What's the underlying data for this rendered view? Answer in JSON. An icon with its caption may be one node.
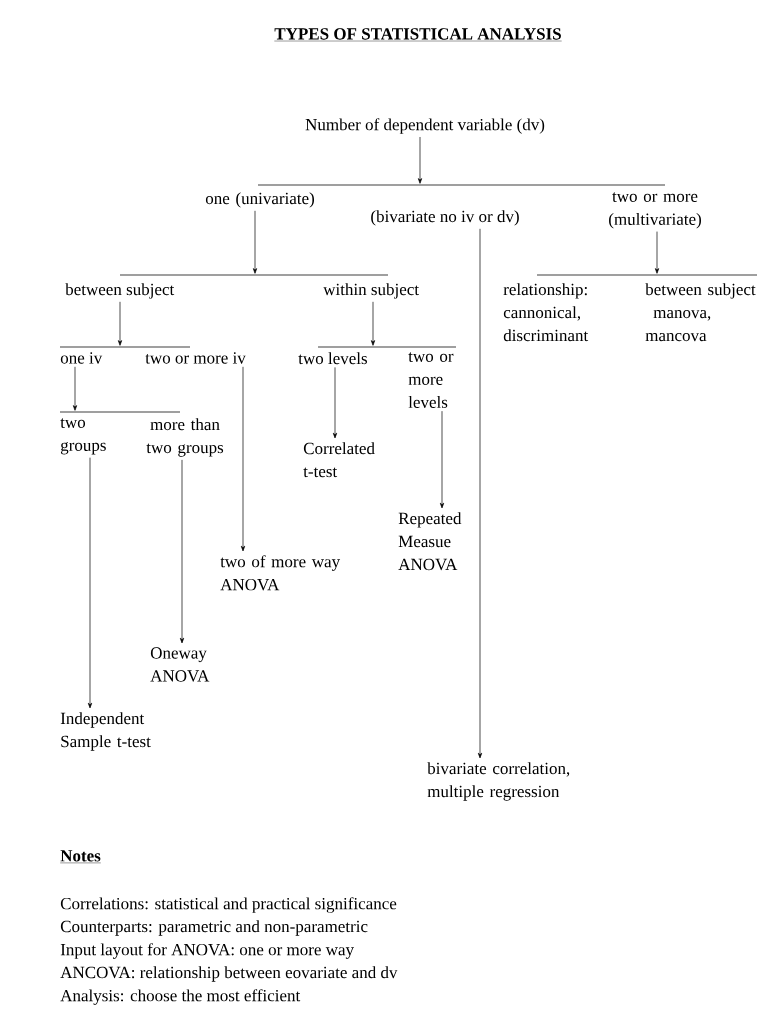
{
  "diagram": {
    "title": "TYPES OF STATISTICAL ANALYSIS",
    "nodes": [
      {
        "text": [
          "Number of dependent variable (dv)"
        ]
      },
      {
        "text": [
          "one (univariate)"
        ]
      },
      {
        "text": [
          "(bivariate no iv or dv)"
        ]
      },
      {
        "text": [
          "two or more (multivariate)"
        ]
      },
      {
        "text": [
          "between subject"
        ]
      },
      {
        "text": [
          "within subject"
        ]
      },
      {
        "text": [
          "relationship: cannonical, discriminant"
        ]
      },
      {
        "text": [
          "between subject",
          "manova, mancova"
        ]
      },
      {
        "text": [
          "one iv"
        ]
      },
      {
        "text": [
          "two or more iv"
        ]
      },
      {
        "text": [
          "two levels"
        ]
      },
      {
        "text": [
          "two or more levels"
        ]
      },
      {
        "text": [
          "two groups"
        ]
      },
      {
        "text": [
          "more than two groups"
        ]
      },
      {
        "text": [
          "Correlated t-test"
        ]
      },
      {
        "text": [
          "Repeated Measue ANOVA"
        ]
      },
      {
        "text": [
          "two of more way ANOVA"
        ]
      },
      {
        "text": [
          "Oneway ANOVA"
        ]
      },
      {
        "text": [
          "Independent Sample t-test"
        ]
      },
      {
        "text": [
          "bivariate correlation, multiple regression"
        ]
      },
      {
        "text": [],
        "shape": "bar"
      },
      {
        "text": [],
        "shape": "bar"
      },
      {
        "text": [],
        "shape": "bar"
      },
      {
        "text": [],
        "shape": "bar"
      },
      {
        "text": [],
        "shape": "bar"
      },
      {
        "text": [],
        "shape": "bar"
      }
    ],
    "edges": [
      {
        "from": 0,
        "to": 20,
        "arrow": "to"
      },
      {
        "from": 1,
        "to": 21,
        "arrow": "to"
      },
      {
        "from": 3,
        "to": 22,
        "arrow": "to"
      },
      {
        "from": 4,
        "to": 23,
        "arrow": "to"
      },
      {
        "from": 5,
        "to": 24,
        "arrow": "to"
      },
      {
        "from": 8,
        "to": 25,
        "arrow": "to"
      },
      {
        "from": 10,
        "to": 14,
        "arrow": "to"
      },
      {
        "from": 11,
        "to": 15,
        "arrow": "to"
      },
      {
        "from": 9,
        "to": 16,
        "arrow": "to"
      },
      {
        "from": 13,
        "to": 17,
        "arrow": "to"
      },
      {
        "from": 12,
        "to": 18,
        "arrow": "to"
      },
      {
        "from": 2,
        "to": 19,
        "arrow": "to"
      }
    ],
    "labels": [
      "Notes",
      "Correlations: statistical and practical significance",
      "Counterparts: parametric and non-parametric",
      "Input layout for ANOVA: one or more way",
      "ANCOVA: relationship between eovariate and dv",
      "Analysis: choose the most efficient"
    ]
  }
}
